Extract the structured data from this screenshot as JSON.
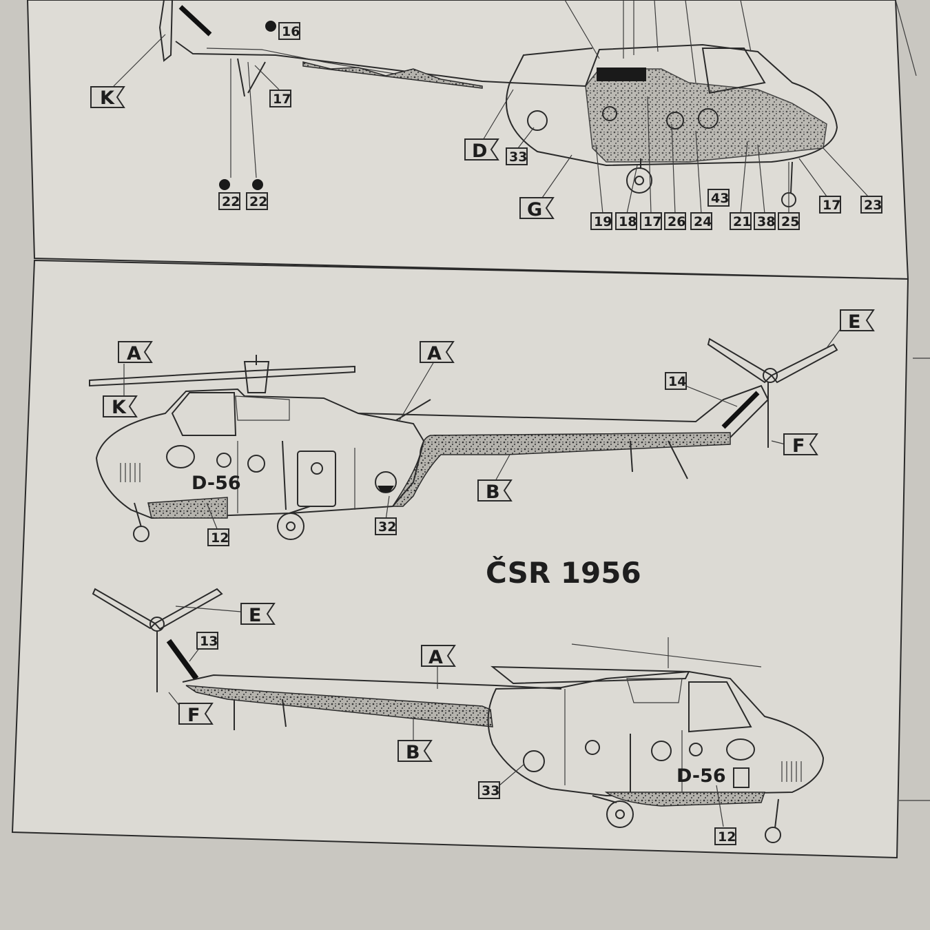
{
  "caption": "ČSR 1956",
  "registration": "D-56",
  "top_view": {
    "letter_callouts": [
      "K",
      "D",
      "G"
    ],
    "number_callouts": [
      "16",
      "17",
      "22",
      "22",
      "33",
      "19",
      "18",
      "17",
      "26",
      "24",
      "43",
      "21",
      "38",
      "25",
      "17",
      "23"
    ]
  },
  "middle_view": {
    "letter_callouts": [
      "A",
      "K",
      "A",
      "E",
      "F",
      "B"
    ],
    "number_callouts": [
      "14",
      "12",
      "32"
    ]
  },
  "bottom_view": {
    "letter_callouts": [
      "E",
      "F",
      "A",
      "B"
    ],
    "number_callouts": [
      "13",
      "33",
      "12"
    ]
  }
}
